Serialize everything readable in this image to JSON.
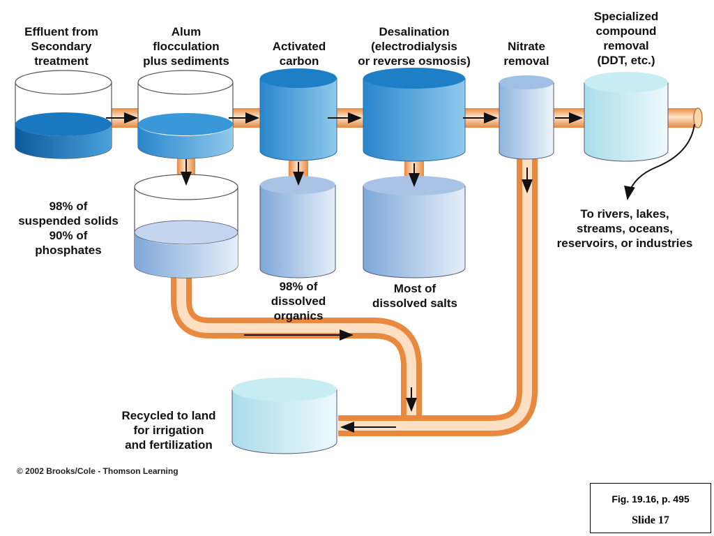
{
  "stages": [
    {
      "name": "Effluent from\nSecondary\ntreatment"
    },
    {
      "name": "Alum\nflocculation\nplus sediments"
    },
    {
      "name": "Activated\ncarbon"
    },
    {
      "name": "Desalination\n(electrodialysis\nor reverse osmosis)"
    },
    {
      "name": "Nitrate\nremoval"
    },
    {
      "name": "Specialized\ncompound\nremoval\n(DDT, etc.)"
    }
  ],
  "removed": [
    {
      "text": "98% of\nsuspended solids\n90% of\nphosphates"
    },
    {
      "text": "98% of\ndissolved\norganics"
    },
    {
      "text": "Most of\ndissolved salts"
    }
  ],
  "outputs": {
    "rivers": "To rivers, lakes,\nstreams, oceans,\nreservoirs, or industries",
    "land": "Recycled to land\nfor irrigation\nand fertilization"
  },
  "copyright": "© 2002 Brooks/Cole - Thomson Learning",
  "figure_ref": "Fig. 19.16, p. 495",
  "slide": "Slide 17",
  "colors": {
    "pipe": "#f4a96a",
    "pipe_light": "#fde0c4",
    "water_dark": "#1a6fb3",
    "water_light": "#d9f0f7"
  }
}
